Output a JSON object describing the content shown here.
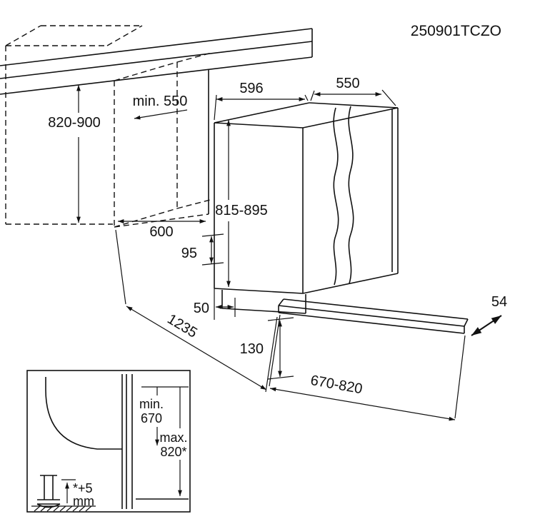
{
  "header": {
    "drawing_code": "250901TCZO"
  },
  "dimensions": {
    "niche_height": "820-900",
    "niche_depth_min": "min. 550",
    "appliance_width": "596",
    "appliance_depth": "550",
    "appliance_height": "815-895",
    "niche_width": "600",
    "clearance_95": "95",
    "plinth_recess": "50",
    "depth_door_open": "1235",
    "plinth_board_height": "130",
    "furniture_door_height": "670-820",
    "door_projection": "54"
  },
  "inset": {
    "min_label": "min.",
    "min_value": "670",
    "max_label": "max.",
    "max_value": "820*",
    "foot_adjust_line1": "*+5",
    "foot_adjust_line2": "mm"
  }
}
